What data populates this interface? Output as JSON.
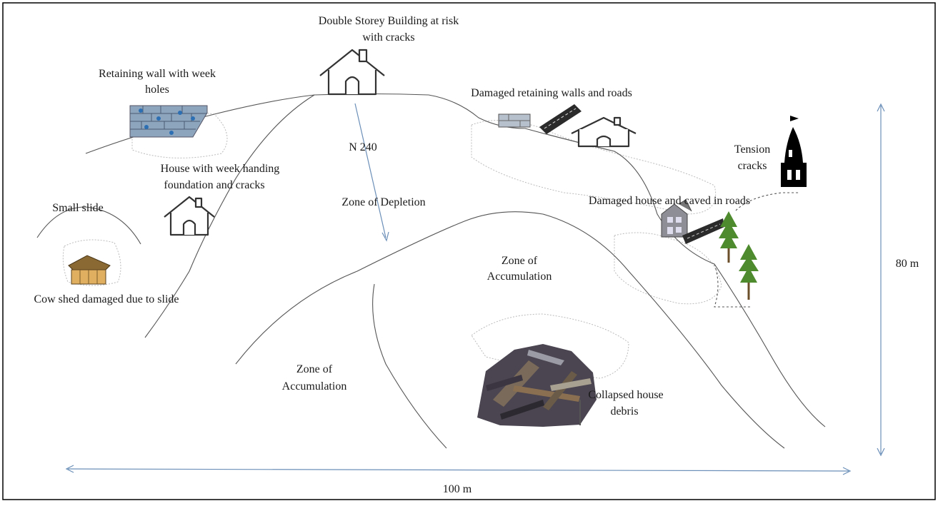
{
  "labels": {
    "double_storey_l1": "Double Storey Building at risk",
    "double_storey_l2": "with cracks",
    "retaining_wall_l1": "Retaining wall with week",
    "retaining_wall_l2": "holes",
    "damaged_walls_roads": "Damaged retaining walls and roads",
    "tension_cracks_l1": "Tension",
    "tension_cracks_l2": "cracks",
    "n240": "N 240",
    "house_week_l1": "House with week handing",
    "house_week_l2": "foundation and cracks",
    "small_slide": "Small slide",
    "zone_depletion": "Zone of Depletion",
    "damaged_house_roads": "Damaged  house and  caved in roads",
    "zone_accum_right_l1": "Zone of",
    "zone_accum_right_l2": "Accumulation",
    "cow_shed": "Cow shed damaged due to slide",
    "zone_accum_left_l1": "Zone of",
    "zone_accum_left_l2": "Accumulation",
    "collapsed_l1": "Collapsed house",
    "collapsed_l2": "debris",
    "height_dim": "80 m",
    "width_dim": "100 m"
  },
  "icons": {
    "house": "house-icon",
    "temple": "temple-icon",
    "tree": "tree-icon",
    "wall": "stone-wall-icon",
    "road": "road-icon",
    "cow_shed": "cow-shed-icon",
    "debris": "debris-pile-icon"
  },
  "colors": {
    "dimension_arrow": "#6b8fb8",
    "slope_line": "#555555",
    "border": "#000000"
  }
}
